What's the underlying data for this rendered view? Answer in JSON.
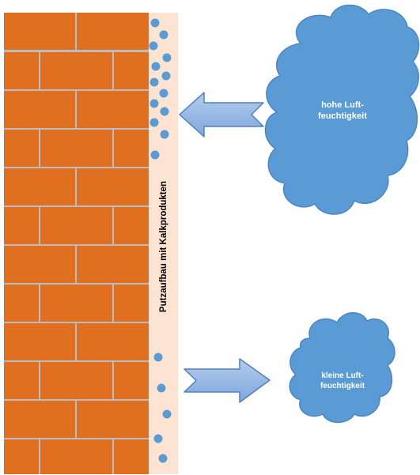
{
  "plaster_label": "Putzaufbau mit Kalkprodukten",
  "cloud_high": {
    "line1": "hohe Luft-",
    "line2": "feuchtigkeit"
  },
  "cloud_low": {
    "line1": "kleine Luft-",
    "line2": "feuchtigkeit"
  },
  "colors": {
    "brick": "#E07020",
    "mortar": "#B9BCC3",
    "plaster": "#FDE3D2",
    "droplet": "#5B9BD5",
    "cloud": "#5B9BD5",
    "cloud_stroke": "#4A86C2",
    "arrow_fill": "#8EB4E3",
    "arrow_stroke": "#4F81BD",
    "cloud_text": "#ffffff",
    "label_text": "#000000"
  }
}
